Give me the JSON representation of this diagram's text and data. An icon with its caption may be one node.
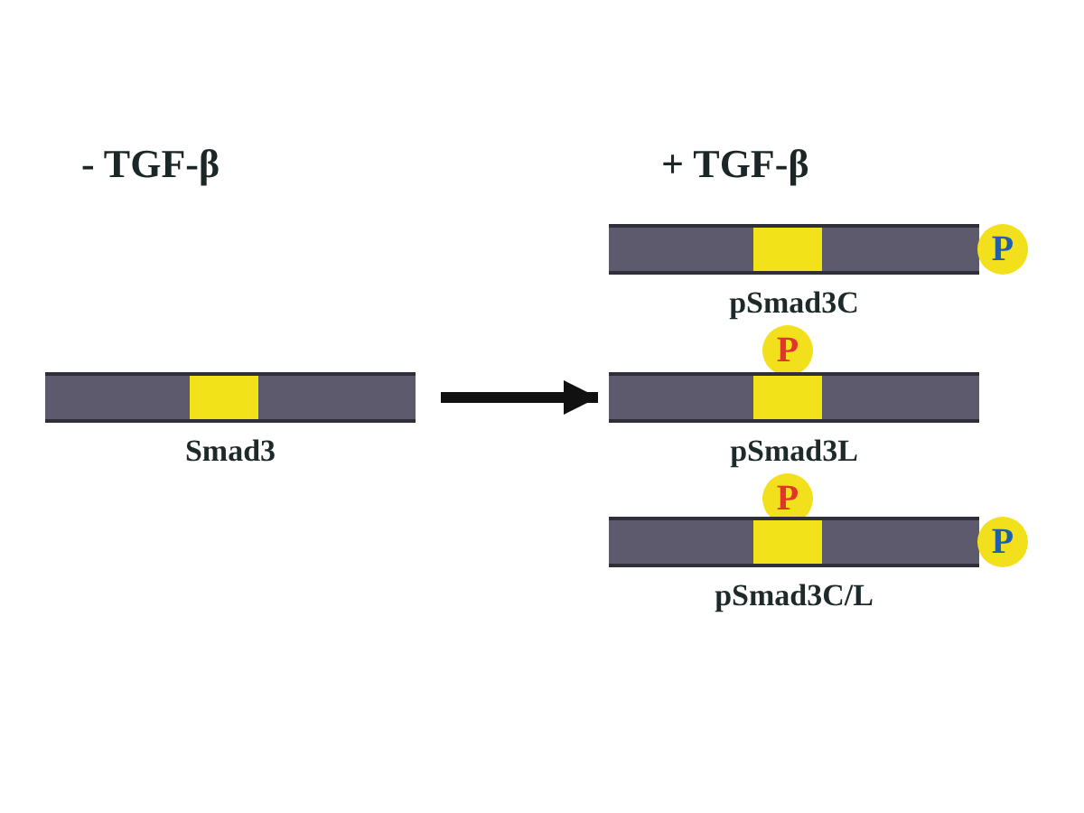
{
  "diagram": {
    "nodes": [
      {
        "text": [
          "Smad3"
        ]
      },
      {
        "text": [
          "pSmad3C"
        ]
      },
      {
        "text": [
          "P"
        ]
      },
      {
        "text": [
          "P"
        ]
      },
      {
        "text": [
          "pSmad3L"
        ]
      },
      {
        "text": [
          "P"
        ]
      },
      {
        "text": [
          "pSmad3C/L"
        ]
      },
      {
        "text": [
          "P"
        ]
      }
    ],
    "edges": [
      {
        "from": 0,
        "to": 4,
        "arrow": "to"
      }
    ],
    "labels": [
      "- TGF-β",
      "+ TGF-β"
    ]
  }
}
